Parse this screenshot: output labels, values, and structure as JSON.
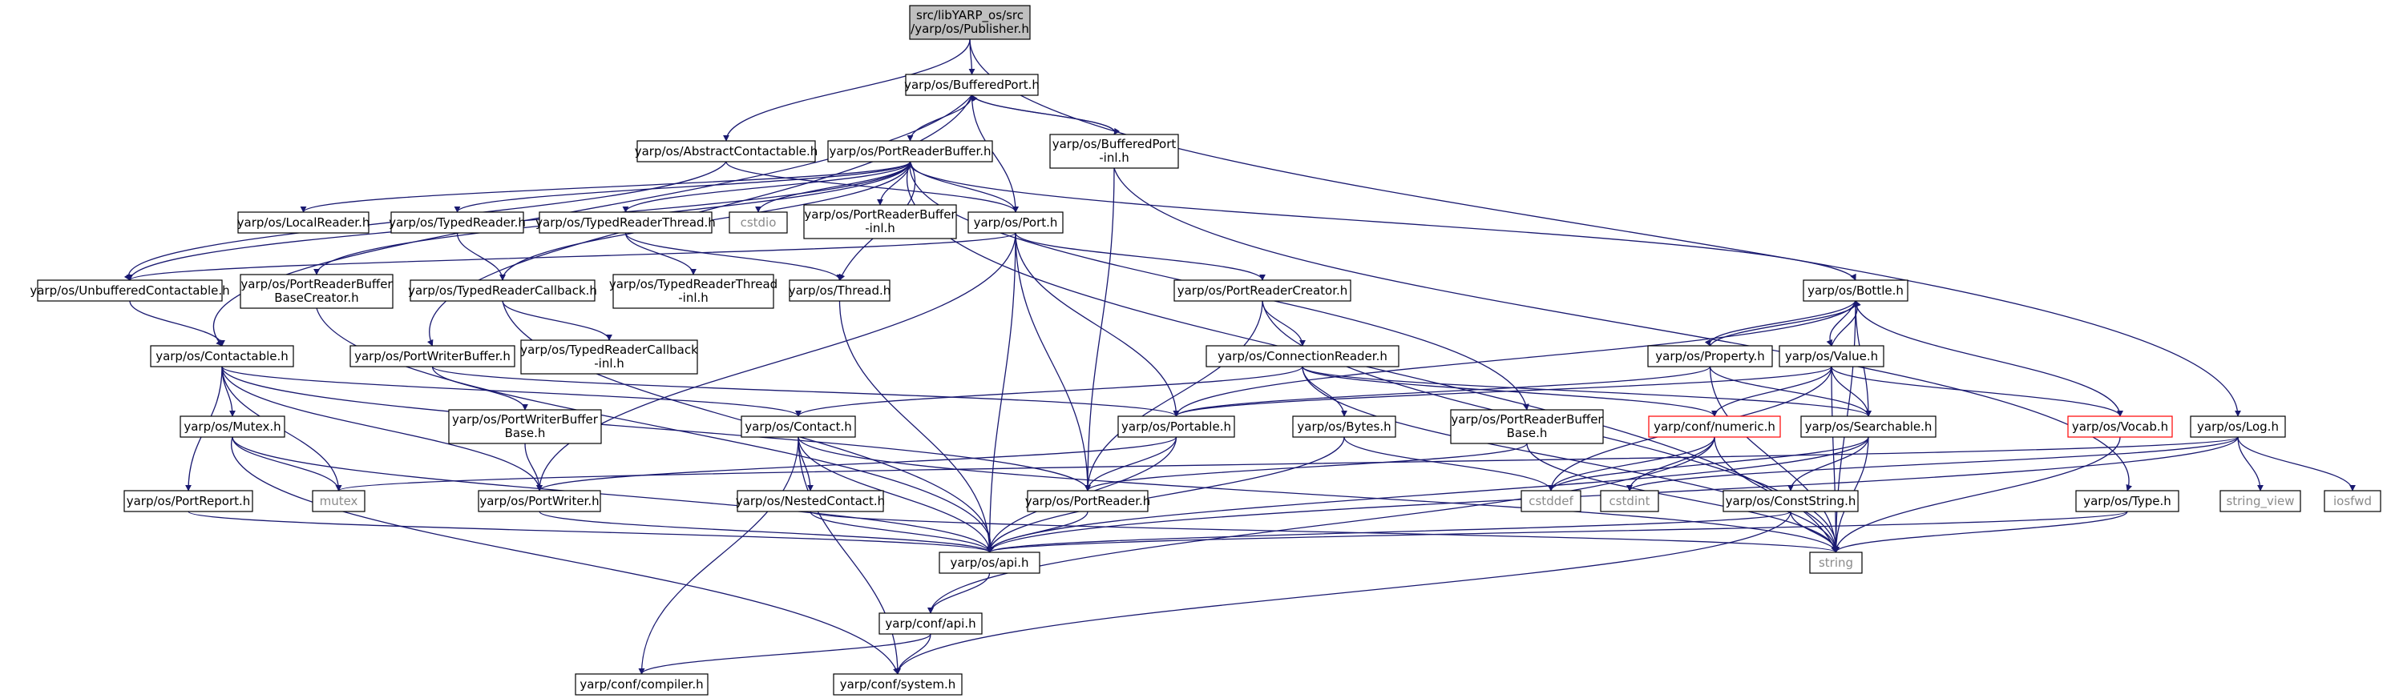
{
  "graph": {
    "root": {
      "line1": "src/libYARP_os/src",
      "line2": "/yarp/os/Publisher.h"
    },
    "nodes": {
      "bufferedport": "yarp/os/BufferedPort.h",
      "abstractcontactable": "yarp/os/AbstractContactable.h",
      "portreaderbuffer": "yarp/os/PortReaderBuffer.h",
      "bufferedport_inl": {
        "line1": "yarp/os/BufferedPort",
        "line2": "-inl.h"
      },
      "localreader": "yarp/os/LocalReader.h",
      "typedreader": "yarp/os/TypedReader.h",
      "typedreaderthread": "yarp/os/TypedReaderThread.h",
      "cstdio": "cstdio",
      "portreaderbuffer_inl": {
        "line1": "yarp/os/PortReaderBuffer",
        "line2": "-inl.h"
      },
      "port": "yarp/os/Port.h",
      "unbufferedcontactable": "yarp/os/UnbufferedContactable.h",
      "portreaderbufferbasecreator": {
        "line1": "yarp/os/PortReaderBuffer",
        "line2": "BaseCreator.h"
      },
      "typedreadercallback": "yarp/os/TypedReaderCallback.h",
      "typedreaderthread_inl": {
        "line1": "yarp/os/TypedReaderThread",
        "line2": "-inl.h"
      },
      "thread": "yarp/os/Thread.h",
      "portreadercreator": "yarp/os/PortReaderCreator.h",
      "bottle": "yarp/os/Bottle.h",
      "contactable": "yarp/os/Contactable.h",
      "portwriterbuffer": "yarp/os/PortWriterBuffer.h",
      "typedreadercallback_inl": {
        "line1": "yarp/os/TypedReaderCallback",
        "line2": "-inl.h"
      },
      "connectionreader": "yarp/os/ConnectionReader.h",
      "property": "yarp/os/Property.h",
      "value": "yarp/os/Value.h",
      "mutex_h": "yarp/os/Mutex.h",
      "portwriterbufferbase": {
        "line1": "yarp/os/PortWriterBuffer",
        "line2": "Base.h"
      },
      "contact": "yarp/os/Contact.h",
      "portable": "yarp/os/Portable.h",
      "bytes": "yarp/os/Bytes.h",
      "portreaderbufferbase": {
        "line1": "yarp/os/PortReaderBuffer",
        "line2": "Base.h"
      },
      "numeric": "yarp/conf/numeric.h",
      "searchable": "yarp/os/Searchable.h",
      "vocab": "yarp/os/Vocab.h",
      "log": "yarp/os/Log.h",
      "portreport": "yarp/os/PortReport.h",
      "mutex": "mutex",
      "portwriter": "yarp/os/PortWriter.h",
      "nestedcontact": "yarp/os/NestedContact.h",
      "portreader": "yarp/os/PortReader.h",
      "cstddef": "cstddef",
      "cstdint": "cstdint",
      "conststring": "yarp/os/ConstString.h",
      "string_view": "string_view",
      "iosfwd": "iosfwd",
      "type": "yarp/os/Type.h",
      "api_os": "yarp/os/api.h",
      "string": "string",
      "api_conf": "yarp/conf/api.h",
      "compiler": "yarp/conf/compiler.h",
      "system": "yarp/conf/system.h"
    }
  }
}
